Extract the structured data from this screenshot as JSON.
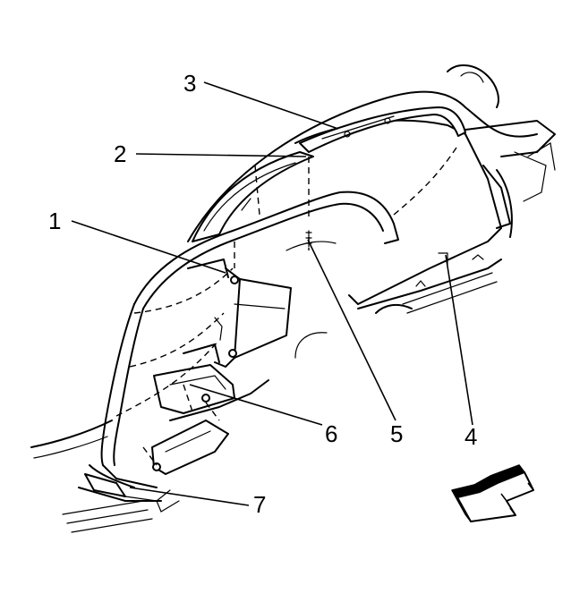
{
  "callouts": [
    {
      "id": "1",
      "text": "1"
    },
    {
      "id": "2",
      "text": "2"
    },
    {
      "id": "3",
      "text": "3"
    },
    {
      "id": "4",
      "text": "4"
    },
    {
      "id": "5",
      "text": "5"
    },
    {
      "id": "6",
      "text": "6"
    },
    {
      "id": "7",
      "text": "7"
    }
  ],
  "icons": {
    "direction": "front-direction-arrow-icon"
  }
}
